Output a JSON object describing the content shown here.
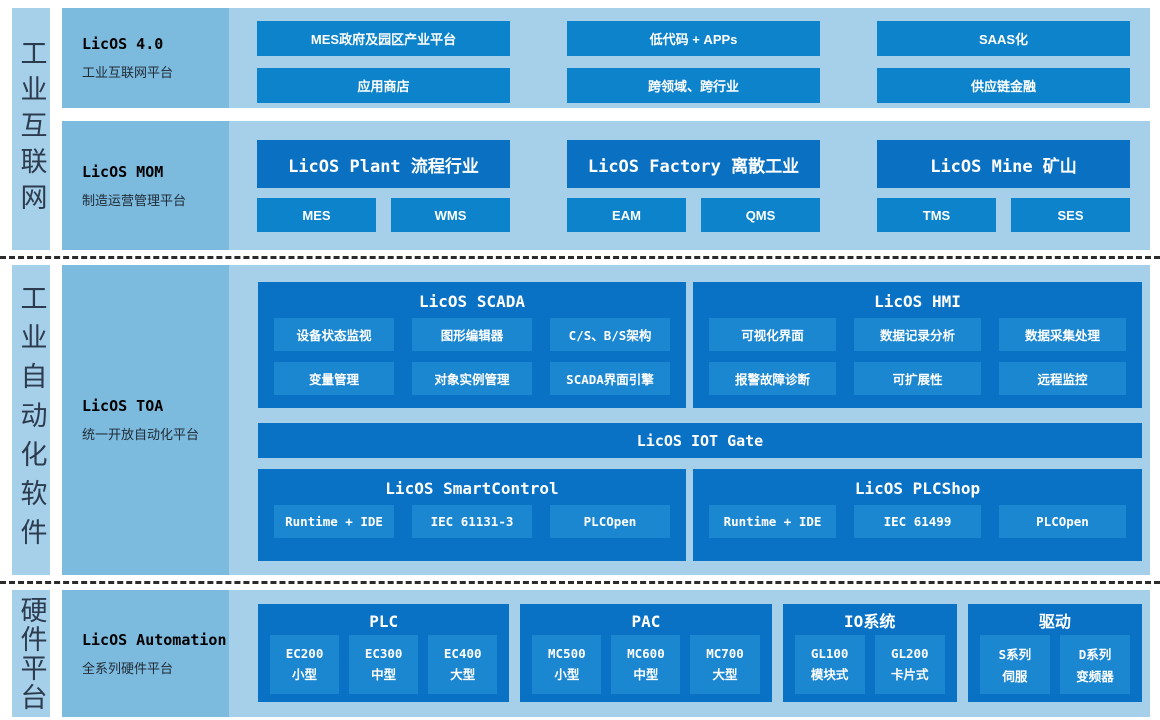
{
  "palette": {
    "panel_light_blue": "#a6d0ea",
    "label_block_blue": "#7cbade",
    "button_blue": "#0c83cb",
    "header_dark_blue": "#0a70c2",
    "container_blue": "#0a72c4",
    "inner_button_blue": "#1b87d1",
    "divider_dash": "#2b2b2b"
  },
  "side_labels": {
    "internet": "工业互联网",
    "automation": "工业自动化软件",
    "hardware": "硬件平台"
  },
  "licos40": {
    "title": "LicOS 4.0",
    "subtitle": "工业互联网平台",
    "buttons": [
      "MES政府及园区产业平台",
      "低代码 + APPs",
      "SAAS化",
      "应用商店",
      "跨领域、跨行业",
      "供应链金融"
    ]
  },
  "mom": {
    "title": "LicOS MOM",
    "subtitle": "制造运营管理平台",
    "groups": [
      {
        "header": "LicOS Plant 流程行业",
        "items": [
          "MES",
          "WMS"
        ]
      },
      {
        "header": "LicOS Factory 离散工业",
        "items": [
          "EAM",
          "QMS"
        ]
      },
      {
        "header": "LicOS Mine 矿山",
        "items": [
          "TMS",
          "SES"
        ]
      }
    ]
  },
  "toa": {
    "title": "LicOS TOA",
    "subtitle": "统一开放自动化平台",
    "scada": {
      "title": "LicOS SCADA",
      "items": [
        "设备状态监视",
        "图形编辑器",
        "C/S、B/S架构",
        "变量管理",
        "对象实例管理",
        "SCADA界面引擎"
      ]
    },
    "hmi": {
      "title": "LicOS HMI",
      "items": [
        "可视化界面",
        "数据记录分析",
        "数据采集处理",
        "报警故障诊断",
        "可扩展性",
        "远程监控"
      ]
    },
    "iot_gate": "LicOS IOT Gate",
    "smartcontrol": {
      "title": "LicOS SmartControl",
      "items": [
        "Runtime + IDE",
        "IEC 61131-3",
        "PLCOpen"
      ]
    },
    "plcshop": {
      "title": "LicOS PLCShop",
      "items": [
        "Runtime + IDE",
        "IEC 61499",
        "PLCOpen"
      ]
    }
  },
  "hw": {
    "title": "LicOS Automation",
    "subtitle": "全系列硬件平台",
    "groups": [
      {
        "header": "PLC",
        "items": [
          {
            "model": "EC200",
            "type": "小型"
          },
          {
            "model": "EC300",
            "type": "中型"
          },
          {
            "model": "EC400",
            "type": "大型"
          }
        ]
      },
      {
        "header": "PAC",
        "items": [
          {
            "model": "MC500",
            "type": "小型"
          },
          {
            "model": "MC600",
            "type": "中型"
          },
          {
            "model": "MC700",
            "type": "大型"
          }
        ]
      },
      {
        "header": "IO系统",
        "items": [
          {
            "model": "GL100",
            "type": "模块式"
          },
          {
            "model": "GL200",
            "type": "卡片式"
          }
        ]
      },
      {
        "header": "驱动",
        "items": [
          {
            "model": "S系列",
            "type": "伺服"
          },
          {
            "model": "D系列",
            "type": "变频器"
          }
        ]
      }
    ]
  }
}
